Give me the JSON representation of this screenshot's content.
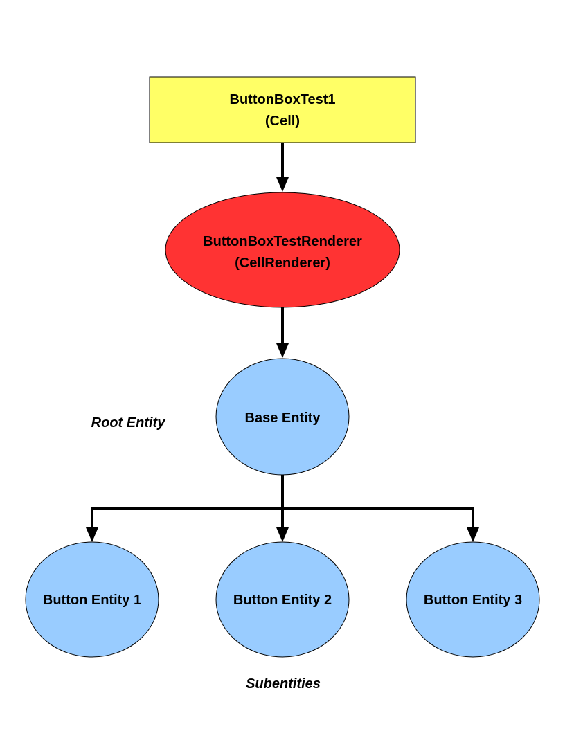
{
  "nodes": {
    "cell": {
      "line1": "ButtonBoxTest1",
      "line2": "(Cell)",
      "fill": "#ffff66"
    },
    "renderer": {
      "line1": "ButtonBoxTestRenderer",
      "line2": "(CellRenderer)",
      "fill": "#ff3333"
    },
    "base": {
      "label": "Base Entity",
      "fill": "#99ccff"
    },
    "button1": {
      "label": "Button Entity 1",
      "fill": "#99ccff"
    },
    "button2": {
      "label": "Button Entity 2",
      "fill": "#99ccff"
    },
    "button3": {
      "label": "Button Entity 3",
      "fill": "#99ccff"
    }
  },
  "annotations": {
    "root": "Root Entity",
    "subentities": "Subentities"
  }
}
